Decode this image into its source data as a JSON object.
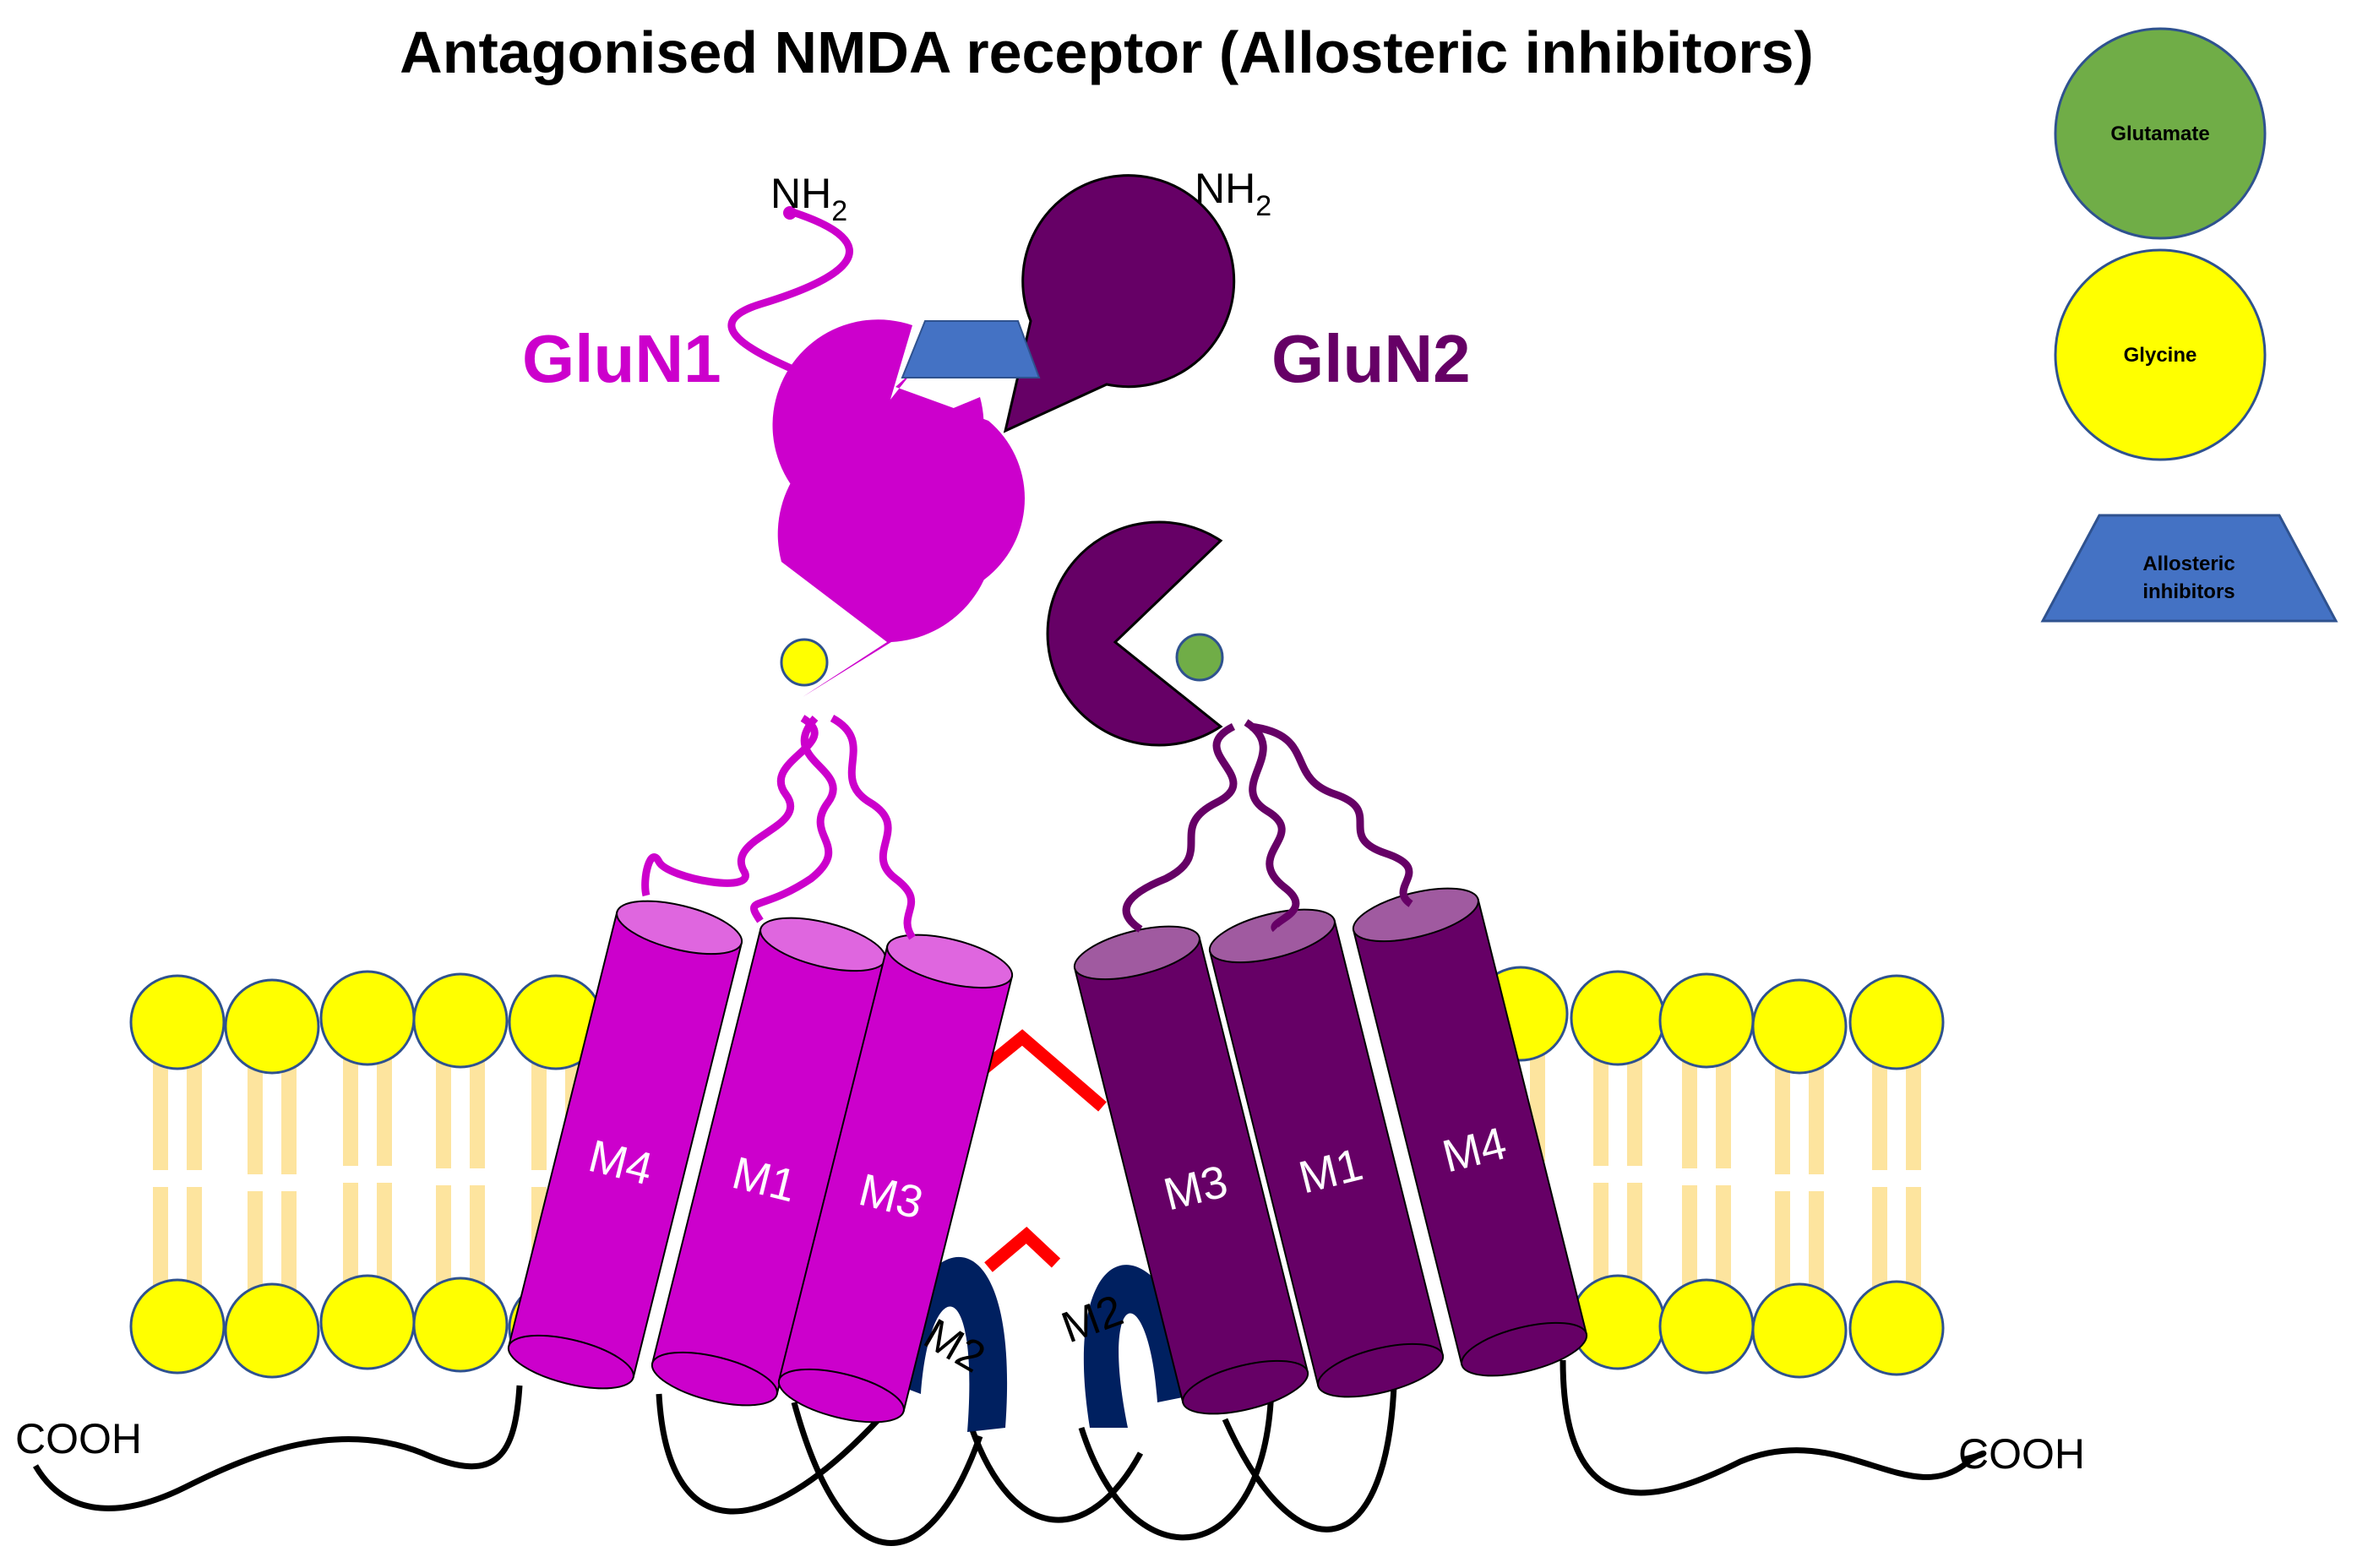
{
  "title": "Antagonised NMDA receptor (Allosteric inhibitors)",
  "subunits": {
    "glun1": {
      "label": "GluN1",
      "color": "#cc00cc"
    },
    "glun2": {
      "label": "GluN2",
      "color": "#660066"
    }
  },
  "termini": {
    "n_terminus": {
      "main": "NH",
      "sub": "2"
    },
    "c_terminus_left": "COOH",
    "c_terminus_right": "COOH"
  },
  "helices": {
    "glun1": [
      "M4",
      "M1",
      "M3"
    ],
    "glun2": [
      "M3",
      "M1",
      "M4"
    ],
    "pore_loops": [
      "M2",
      "M2"
    ]
  },
  "legend": {
    "glutamate": {
      "label": "Glutamate",
      "color": "#70ad47"
    },
    "glycine": {
      "label": "Glycine",
      "color": "#ffff00"
    },
    "allosteric": {
      "label_line1": "Allosteric",
      "label_line2": "inhibitors",
      "color": "#4472c4"
    }
  },
  "membrane": {
    "head_color": "#ffff00",
    "tail_color": "#fde49e"
  },
  "accent": {
    "channel_gate": "#ff0000",
    "pore_loop": "#002060"
  }
}
